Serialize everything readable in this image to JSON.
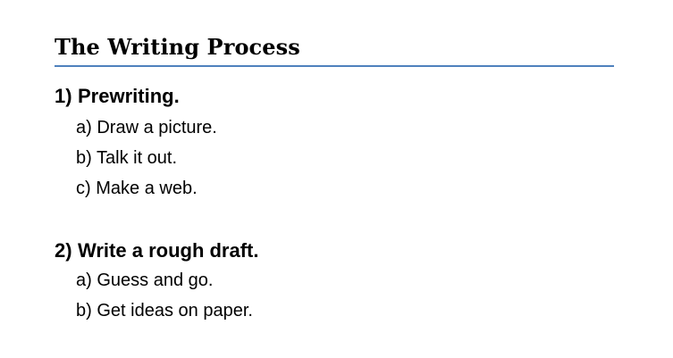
{
  "document": {
    "title": "The Writing Process",
    "sections": [
      {
        "number": "1)",
        "heading": "Prewriting.",
        "items": [
          {
            "marker": "a)",
            "text": "Draw a picture."
          },
          {
            "marker": "b)",
            "text": "Talk it out."
          },
          {
            "marker": "c)",
            "text": "Make a web."
          }
        ]
      },
      {
        "number": "2)",
        "heading": "Write a rough draft.",
        "items": [
          {
            "marker": "a)",
            "text": "Guess and go."
          },
          {
            "marker": "b)",
            "text": "Get ideas on paper."
          }
        ]
      }
    ]
  },
  "colors": {
    "title_rule": "#4f81bd",
    "text": "#000000",
    "background": "#ffffff"
  }
}
